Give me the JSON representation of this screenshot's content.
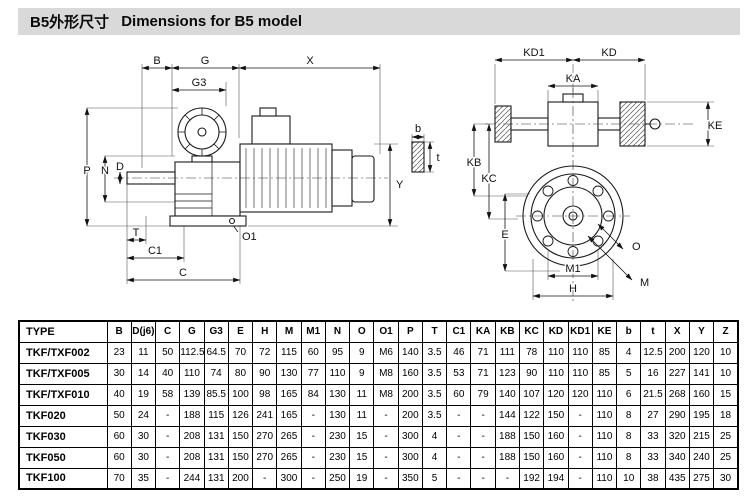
{
  "header": {
    "title_zh": "B5外形尺寸",
    "title_en": "Dimensions for B5 model",
    "bar_color": "#d9d9d9"
  },
  "drawings": {
    "left": {
      "labels": {
        "B": "B",
        "G": "G",
        "X": "X",
        "G3": "G3",
        "P": "P",
        "N": "N",
        "D": "D",
        "Y": "Y",
        "b": "b",
        "t": "t",
        "T": "T",
        "C1": "C1",
        "O1": "O1",
        "C": "C"
      }
    },
    "right": {
      "labels": {
        "KD1": "KD1",
        "KD": "KD",
        "KA": "KA",
        "KB": "KB",
        "KC": "KC",
        "KE": "KE",
        "E": "E",
        "O": "O",
        "M": "M",
        "M1": "M1",
        "H": "H"
      }
    }
  },
  "table": {
    "headers": [
      "TYPE",
      "B",
      "D(j6)",
      "C",
      "G",
      "G3",
      "E",
      "H",
      "M",
      "M1",
      "N",
      "O",
      "O1",
      "P",
      "T",
      "C1",
      "KA",
      "KB",
      "KC",
      "KD",
      "KD1",
      "KE",
      "b",
      "t",
      "X",
      "Y",
      "Z"
    ],
    "rows": [
      [
        "TKF/TXF002",
        "23",
        "11",
        "50",
        "112.5",
        "64.5",
        "70",
        "72",
        "115",
        "60",
        "95",
        "9",
        "M6",
        "140",
        "3.5",
        "46",
        "71",
        "111",
        "78",
        "110",
        "110",
        "85",
        "4",
        "12.5",
        "200",
        "120",
        "10"
      ],
      [
        "TKF/TXF005",
        "30",
        "14",
        "40",
        "110",
        "74",
        "80",
        "90",
        "130",
        "77",
        "110",
        "9",
        "M8",
        "160",
        "3.5",
        "53",
        "71",
        "123",
        "90",
        "110",
        "110",
        "85",
        "5",
        "16",
        "227",
        "141",
        "10"
      ],
      [
        "TKF/TXF010",
        "40",
        "19",
        "58",
        "139",
        "85.5",
        "100",
        "98",
        "165",
        "84",
        "130",
        "11",
        "M8",
        "200",
        "3.5",
        "60",
        "79",
        "140",
        "107",
        "120",
        "120",
        "110",
        "6",
        "21.5",
        "268",
        "160",
        "15"
      ],
      [
        "TKF020",
        "50",
        "24",
        "-",
        "188",
        "115",
        "126",
        "241",
        "165",
        "-",
        "130",
        "11",
        "-",
        "200",
        "3.5",
        "-",
        "-",
        "144",
        "122",
        "150",
        "-",
        "110",
        "8",
        "27",
        "290",
        "195",
        "18"
      ],
      [
        "TKF030",
        "60",
        "30",
        "-",
        "208",
        "131",
        "150",
        "270",
        "265",
        "-",
        "230",
        "15",
        "-",
        "300",
        "4",
        "-",
        "-",
        "188",
        "150",
        "160",
        "-",
        "110",
        "8",
        "33",
        "320",
        "215",
        "25"
      ],
      [
        "TKF050",
        "60",
        "30",
        "-",
        "208",
        "131",
        "150",
        "270",
        "265",
        "-",
        "230",
        "15",
        "-",
        "300",
        "4",
        "-",
        "-",
        "188",
        "150",
        "160",
        "-",
        "110",
        "8",
        "33",
        "340",
        "240",
        "25"
      ],
      [
        "TKF100",
        "70",
        "35",
        "-",
        "244",
        "131",
        "200",
        "-",
        "300",
        "-",
        "250",
        "19",
        "-",
        "350",
        "5",
        "-",
        "-",
        "-",
        "192",
        "194",
        "-",
        "110",
        "10",
        "38",
        "435",
        "275",
        "30"
      ]
    ]
  }
}
